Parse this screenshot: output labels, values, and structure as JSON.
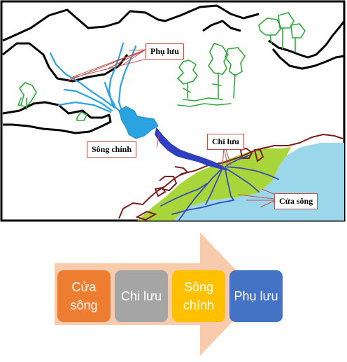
{
  "map": {
    "labels": {
      "phu_luu": "Phụ lưu",
      "song_chinh": "Sông chính",
      "chi_luu": "Chi lưu",
      "cua_song": "Cửa sông"
    }
  },
  "flow": {
    "steps": [
      {
        "label": "Cửa sông",
        "color": "#ed7d31"
      },
      {
        "label": "Chi lưu",
        "color": "#a5a5a5"
      },
      {
        "label": "Sông chính",
        "color": "#ffc000"
      },
      {
        "label": "Phụ lưu",
        "color": "#4472c4"
      }
    ],
    "arrow_color": "#f8cbad"
  }
}
